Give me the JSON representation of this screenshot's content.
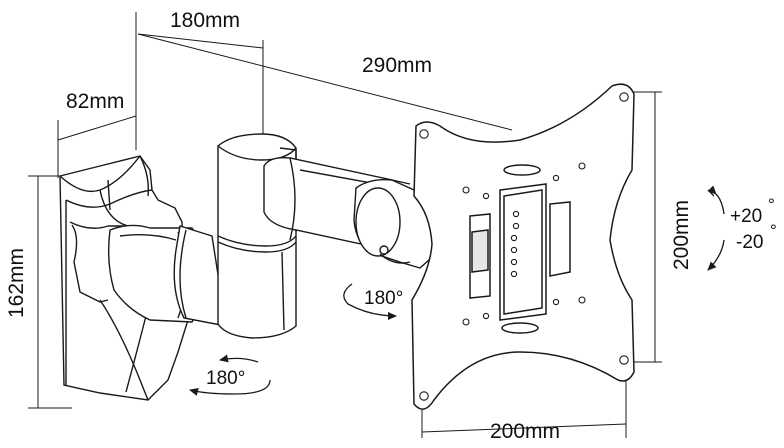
{
  "dimensions": {
    "depth_min": "82mm",
    "arm_length": "180mm",
    "depth_max": "290mm",
    "wall_plate_height": "162mm",
    "vesa_vertical": "200mm",
    "vesa_horizontal": "200mm"
  },
  "rotations": {
    "tilt_up": "+20",
    "tilt_down": "-20",
    "tilt_unit": "°",
    "swivel_arm": "180°",
    "swivel_wall": "180°"
  },
  "colors": {
    "line": "#1a1a1a",
    "fill": "#ffffff",
    "shade": "#e6e6e6"
  }
}
